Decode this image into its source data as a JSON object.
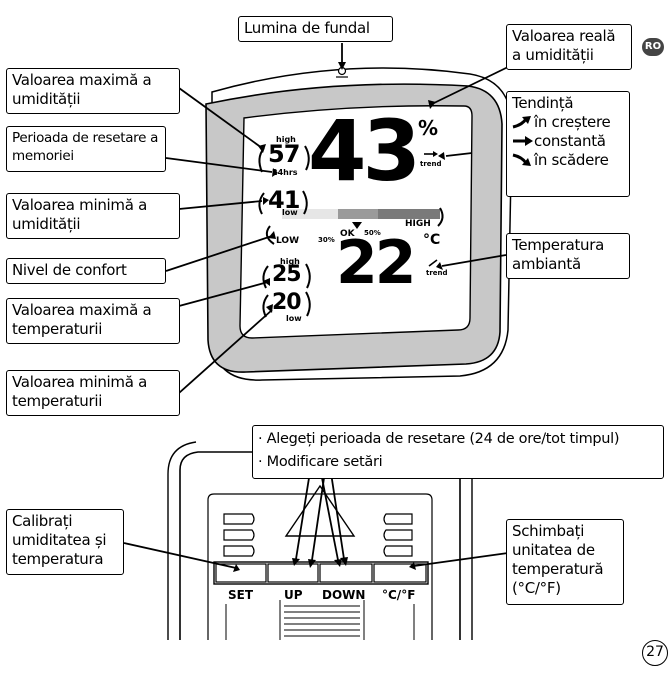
{
  "badge": "RO",
  "page_number": "27",
  "callouts": {
    "backlight": "Lumina de fundal",
    "actual_humidity": [
      "Valoarea reală",
      "a umidității"
    ],
    "trend": {
      "title": "Tendință",
      "rising": "în creștere",
      "steady": "constantă",
      "falling": "în scădere"
    },
    "max_humidity": [
      "Valoarea maximă a",
      "umidității"
    ],
    "reset_period": [
      "Perioada de resetare a",
      "memoriei"
    ],
    "min_humidity": [
      "Valoarea minimă a",
      "umidității"
    ],
    "comfort_level": "Nivel de confort",
    "max_temperature": [
      "Valoarea maximă a",
      "temperaturii"
    ],
    "min_temperature": [
      "Valoarea minimă a",
      "temperaturii"
    ],
    "ambient_temperature": [
      "Temperatura",
      "ambiantă"
    ],
    "settings": {
      "line1": "Alegeți perioada de resetare (24 de ore/tot timpul)",
      "line2": "Modificare setări"
    },
    "calibrate": [
      "Calibrați",
      "umiditatea și",
      "temperatura"
    ],
    "unit_change": [
      "Schimbați",
      "unitatea de",
      "temperatură",
      "(°C/°F)"
    ]
  },
  "display": {
    "humidity": "43",
    "humidity_unit": "%",
    "trend_label": "trend",
    "max_humidity": "57",
    "min_humidity": "41",
    "high_label": "high",
    "low_label": "low",
    "reset_period": "24hrs",
    "comfort": {
      "low": "LOW",
      "ok": "OK",
      "high": "HIGH",
      "pct30": "30%",
      "pct50": "50%"
    },
    "temperature": "22",
    "temperature_unit": "°C",
    "max_temperature": "25",
    "min_temperature": "20"
  },
  "buttons": {
    "set": "SET",
    "up": "UP",
    "down": "DOWN",
    "unit": "°C/°F"
  }
}
